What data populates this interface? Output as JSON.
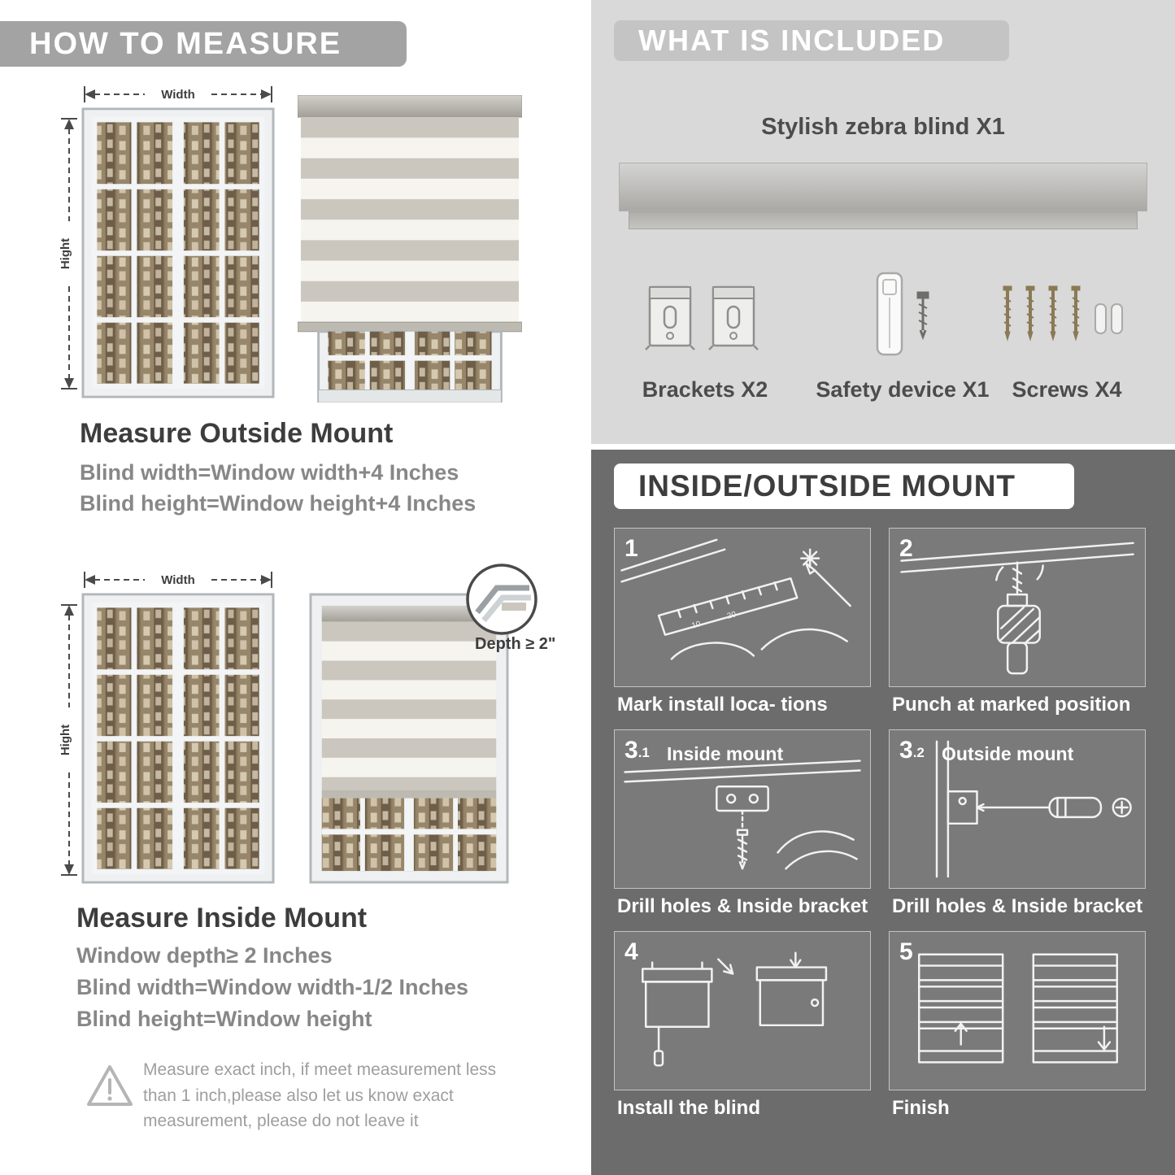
{
  "left": {
    "header": "HOW TO MEASURE",
    "outside": {
      "width_label": "Width",
      "height_label": "Hight",
      "title": "Measure Outside Mount",
      "line1": "Blind width=Window width+4 Inches",
      "line2": "Blind height=Window height+4 Inches"
    },
    "inside": {
      "width_label": "Width",
      "height_label": "Hight",
      "depth_label": "Depth ≥ 2\"",
      "title": "Measure Inside Mount",
      "line1": "Window depth≥ 2 Inches",
      "line2": "Blind width=Window width-1/2 Inches",
      "line3": "Blind height=Window height"
    },
    "note": "Measure exact inch, if meet measurement less than 1 inch,please also let us know exact measurement, please do not leave it"
  },
  "right": {
    "included": {
      "header": "WHAT IS INCLUDED",
      "product": "Stylish zebra blind X1",
      "items": [
        {
          "label": "Brackets X2"
        },
        {
          "label": "Safety device X1"
        },
        {
          "label": "Screws X4"
        }
      ]
    },
    "mount": {
      "header": "INSIDE/OUTSIDE MOUNT",
      "steps": [
        {
          "num": "1",
          "sub": "",
          "inline": "",
          "caption": "Mark install loca- tions"
        },
        {
          "num": "2",
          "sub": "",
          "inline": "",
          "caption": "Punch at  marked position"
        },
        {
          "num": "3",
          "sub": ".1",
          "inline": "Inside mount",
          "caption": "Drill holes &  Inside bracket"
        },
        {
          "num": "3",
          "sub": ".2",
          "inline": "Outside mount",
          "caption": "Drill holes &  Inside bracket"
        },
        {
          "num": "4",
          "sub": "",
          "inline": "",
          "caption": "Install the blind"
        },
        {
          "num": "5",
          "sub": "",
          "inline": "",
          "caption": "Finish"
        }
      ]
    }
  }
}
